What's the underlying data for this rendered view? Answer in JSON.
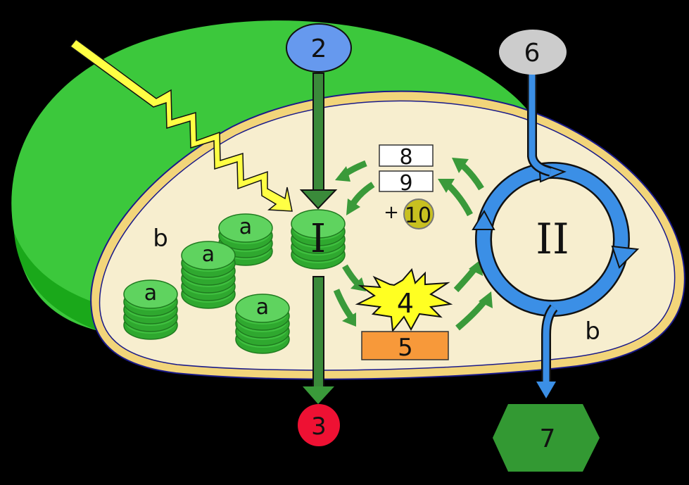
{
  "diagram": {
    "title": "Chloroplast photosynthesis diagram",
    "colors": {
      "background": "#000000",
      "outer_membrane": "#3cc83c",
      "outer_membrane_dark": "#1aa81a",
      "envelope": "#f2d57a",
      "stroma": "#f7eecf",
      "inner_line": "#1a1a8a",
      "thylakoid": "#3fbf3f",
      "thylakoid_top": "#5fd35f",
      "light_arrow": "#ffff44",
      "water_node": "#6699ee",
      "oxygen_node": "#ee1133",
      "co2_node": "#cccccc",
      "sugar_node": "#339933",
      "calvin_cycle": "#3b8fe6",
      "transport_arrow": "#3a8a3a",
      "cycle_arrows": "#3a9a3a",
      "atp_burst": "#ffff22",
      "nadph_box": "#f7993a",
      "phosphate_circle": "#c8c020",
      "label_box": "#ffffff"
    },
    "labels": {
      "light_reactions": "I",
      "calvin_cycle": "II",
      "water": "2",
      "oxygen": "3",
      "atp": "4",
      "nadph": "5",
      "co2": "6",
      "sugar": "7",
      "adp": "8",
      "nadp": "9",
      "plus": "+",
      "phosphate": "10",
      "grana": [
        "a",
        "a",
        "a",
        "a"
      ],
      "stroma_left": "b",
      "stroma_right": "b"
    }
  }
}
